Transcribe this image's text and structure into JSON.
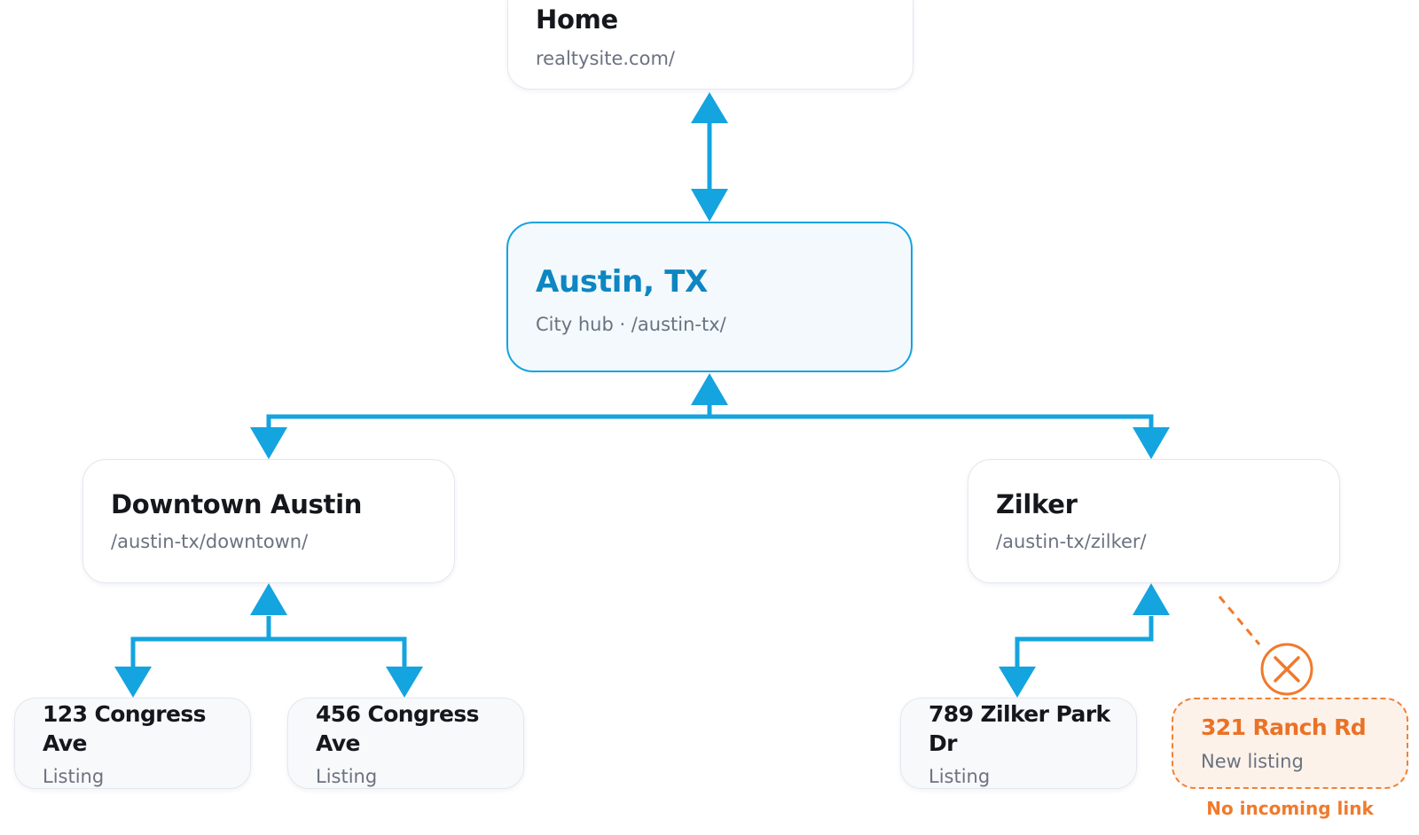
{
  "colors": {
    "link": "#14a4df",
    "hub_title": "#0d86c2",
    "warning": "#f07a2c",
    "text": "#15171c",
    "muted": "#6b7280"
  },
  "nodes": {
    "home": {
      "title": "Home",
      "subtitle": "realtysite.com/"
    },
    "austin": {
      "title": "Austin, TX",
      "subtitle": "City hub · /austin-tx/"
    },
    "downtown": {
      "title": "Downtown Austin",
      "subtitle": "/austin-tx/downtown/"
    },
    "zilker": {
      "title": "Zilker",
      "subtitle": "/austin-tx/zilker/"
    },
    "congress_123": {
      "title": "123 Congress Ave",
      "subtitle": "Listing"
    },
    "congress_456": {
      "title": "456 Congress Ave",
      "subtitle": "Listing"
    },
    "zilker_park_789": {
      "title": "789 Zilker Park Dr",
      "subtitle": "Listing"
    },
    "ranch_321": {
      "title": "321 Ranch Rd",
      "subtitle": "New listing"
    }
  },
  "orphan_note": "No incoming link",
  "icons": {
    "missing_link": "x-circle-icon"
  }
}
